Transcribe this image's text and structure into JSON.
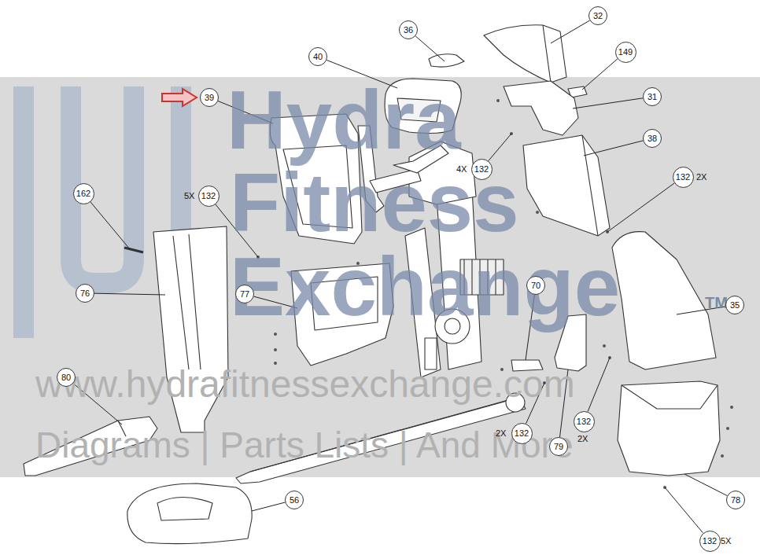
{
  "diagram": {
    "nodes": [
      {
        "text": [
          "36"
        ]
      },
      {
        "text": [
          "32"
        ]
      },
      {
        "text": [
          "40"
        ]
      },
      {
        "text": [
          "149"
        ]
      },
      {
        "text": [
          "39"
        ]
      },
      {
        "text": [
          "31"
        ]
      },
      {
        "text": [
          "38"
        ]
      },
      {
        "text": [
          "132"
        ]
      },
      {
        "text": [
          "132"
        ]
      },
      {
        "text": [
          "162"
        ]
      },
      {
        "text": [
          "132"
        ]
      },
      {
        "text": [
          "76"
        ]
      },
      {
        "text": [
          "77"
        ]
      },
      {
        "text": [
          "70"
        ]
      },
      {
        "text": [
          "35"
        ]
      },
      {
        "text": [
          "80"
        ]
      },
      {
        "text": [
          "132"
        ]
      },
      {
        "text": [
          "132"
        ]
      },
      {
        "text": [
          "79"
        ]
      },
      {
        "text": [
          "78"
        ]
      },
      {
        "text": [
          "56"
        ]
      },
      {
        "text": [
          "132"
        ]
      }
    ],
    "labels": [
      "Hydra",
      "Fitness",
      "Exchange",
      "TM",
      "www.hydrafitnessexchange.com",
      "Diagrams | Parts Lists | And More",
      "5X",
      "4X",
      "2X",
      "2X",
      "2X",
      "5X"
    ]
  }
}
